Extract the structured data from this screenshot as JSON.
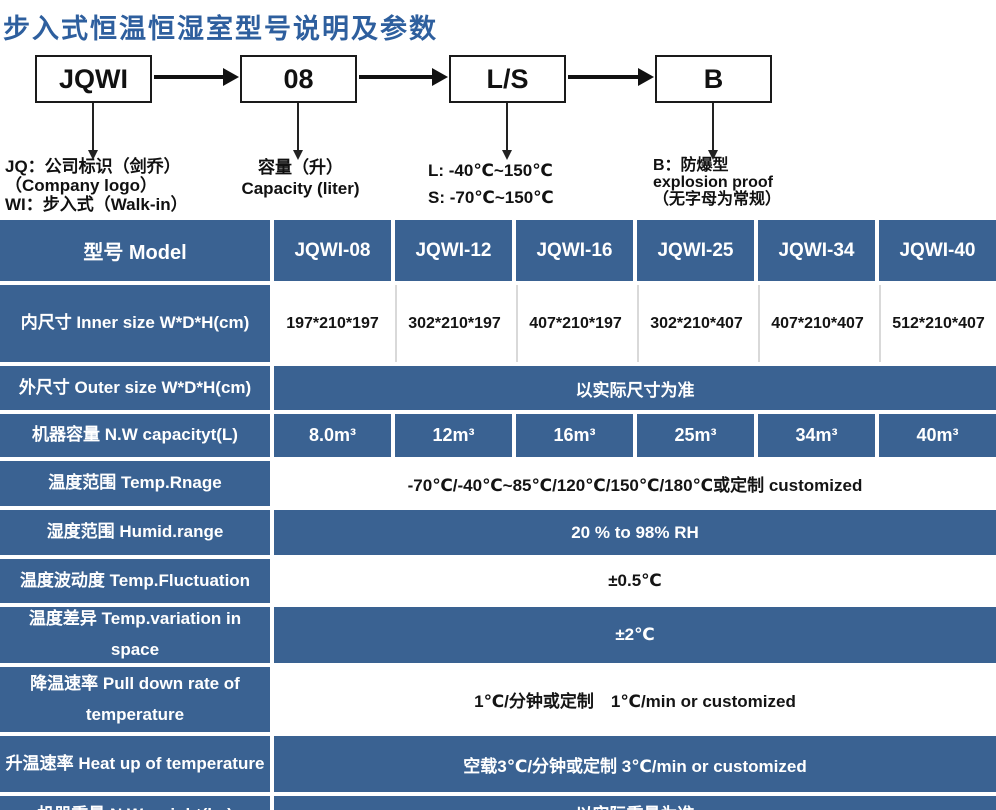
{
  "title": "步入式恒温恒湿室型号说明及参数",
  "diagram": {
    "boxes": [
      {
        "label": "JQWI",
        "notes": [
          "JQ：公司标识（剑乔）",
          "（Company logo）",
          "WI：步入式（Walk-in）"
        ]
      },
      {
        "label": "08",
        "notes": [
          "容量（升）",
          "Capacity (liter)"
        ]
      },
      {
        "label": "L/S",
        "notes": [
          "L: -40℃~150℃",
          "S: -70℃~150℃"
        ]
      },
      {
        "label": "B",
        "notes": [
          "B：防爆型",
          "explosion proof",
          "（无字母为常规）"
        ]
      }
    ]
  },
  "table": {
    "header": {
      "label": "型号 Model",
      "models": [
        "JQWI-08",
        "JQWI-12",
        "JQWI-16",
        "JQWI-25",
        "JQWI-34",
        "JQWI-40"
      ]
    },
    "rows": [
      {
        "label": "内尺寸 Inner size W*D*H(cm)",
        "values": [
          "197*210*197",
          "302*210*197",
          "407*210*197",
          "302*210*407",
          "407*210*407",
          "512*210*407"
        ]
      },
      {
        "label": "外尺寸 Outer size W*D*H(cm)",
        "span": "以实际尺寸为准"
      },
      {
        "label": "机器容量 N.W capacityt(L)",
        "values": [
          "8.0m³",
          "12m³",
          "16m³",
          "25m³",
          "34m³",
          "40m³"
        ]
      },
      {
        "label": "温度范围 Temp.Rnage",
        "span": "-70℃/-40℃~85℃/120℃/150℃/180℃或定制 customized"
      },
      {
        "label": "湿度范围 Humid.range",
        "span": "20 % to 98% RH"
      },
      {
        "label": "温度波动度 Temp.Fluctuation",
        "span": "±0.5℃"
      },
      {
        "label": "温度差异 Temp.variation in space",
        "span": "±2℃"
      },
      {
        "label": "降温速率 Pull down rate of temperature",
        "span": "1℃/分钟或定制　1℃/min or customized"
      },
      {
        "label": "升温速率 Heat up of temperature",
        "span": "空载3℃/分钟或定制 3℃/min or customized"
      },
      {
        "label": "机器重量 N.W weight(kg)",
        "span": "以实际重量为准"
      }
    ]
  },
  "colors": {
    "accent_blue": "#3a6292",
    "title_blue": "#2e5f9e",
    "grid_line": "#d9d9d9",
    "text_dark": "#141414"
  }
}
